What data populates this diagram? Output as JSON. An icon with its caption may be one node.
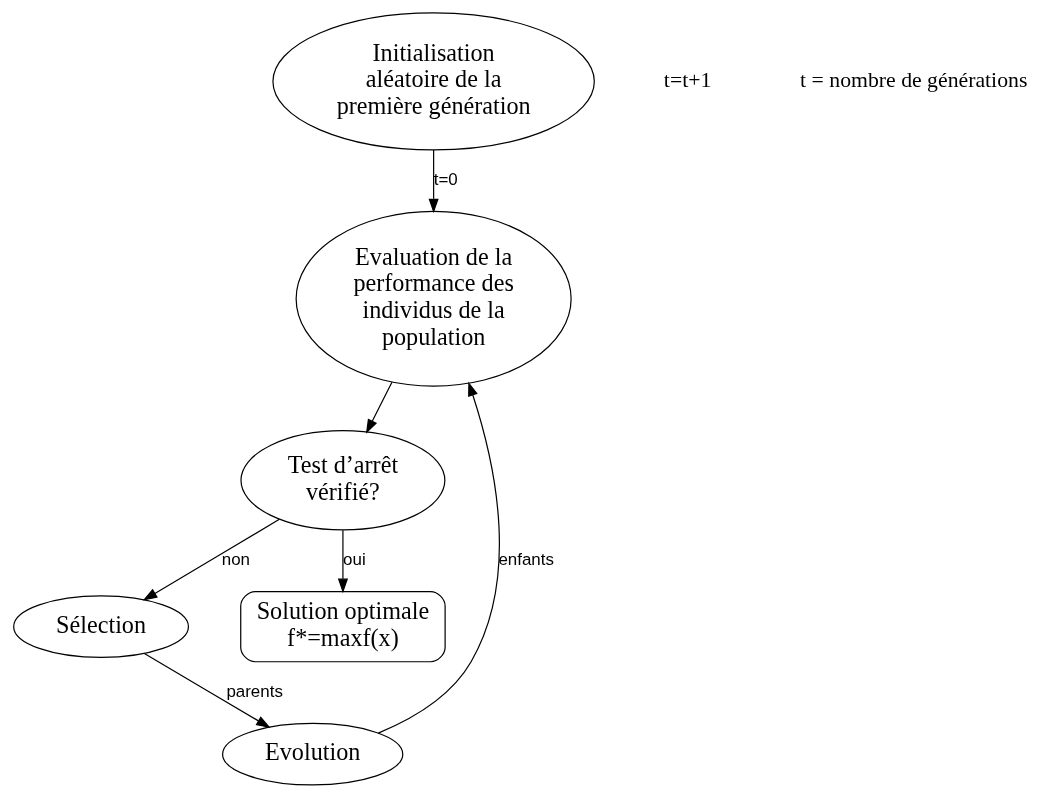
{
  "diagram": {
    "nodes": [
      {
        "text": [
          "Initialisation aléatoire de la première génération"
        ]
      },
      {
        "text": [
          "Evaluation de la performance des individus de la population"
        ]
      },
      {
        "text": [
          "Test d’arrêt vérifié?"
        ]
      },
      {
        "text": [
          "Sélection"
        ]
      },
      {
        "text": [
          "Evolution"
        ]
      },
      {
        "text": [
          "Solution optimale f*=maxf(x)"
        ]
      }
    ],
    "edges": [
      {
        "from": 0,
        "to": 1,
        "arrow": "to",
        "label": "t=0"
      },
      {
        "from": 1,
        "to": 2,
        "arrow": "to"
      },
      {
        "from": 2,
        "to": 3,
        "arrow": "to",
        "label": "non"
      },
      {
        "from": 2,
        "to": 5,
        "arrow": "to",
        "label": "oui"
      },
      {
        "from": 3,
        "to": 4,
        "arrow": "to",
        "label": "parents"
      },
      {
        "from": 4,
        "to": 1,
        "arrow": "to",
        "label": "enfants"
      }
    ],
    "labels": [
      "t=t+1",
      "t = nombre de générations"
    ]
  }
}
